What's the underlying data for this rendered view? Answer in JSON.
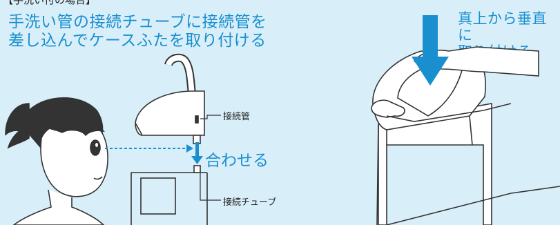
{
  "heading_cut": "【手洗い付の場合】",
  "left_instruction": {
    "line1": "手洗い管の接続チューブに接続管を",
    "line2": "差し込んでケースふたを取り付ける"
  },
  "right_instruction": {
    "line1": "真上から垂直に",
    "line2": "取り付ける"
  },
  "labels": {
    "connection_pipe": "接続管",
    "align": "合わせる",
    "connection_tube": "接続チューブ"
  },
  "colors": {
    "background": "#d8eef8",
    "accent_blue": "#1a8fd0",
    "line": "#333333"
  }
}
